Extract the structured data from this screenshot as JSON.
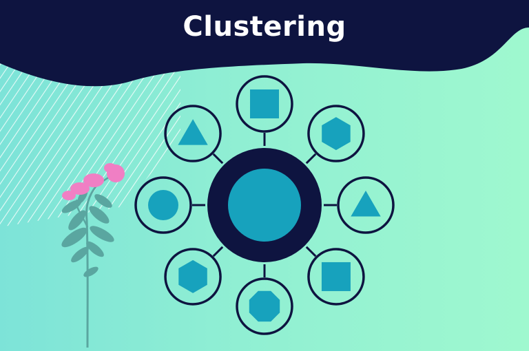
{
  "title": "Clustering",
  "colors": {
    "banner": "#0e1440",
    "shape_fill": "#17a2bd",
    "outline": "#0e1440",
    "title_text": "#ffffff",
    "flower_petals": "#f07fc4",
    "flower_stem": "#5aa6a0",
    "background_left": "#7de3d8",
    "background_right": "#9ff8cf"
  },
  "diagram": {
    "center": {
      "shape": "circle"
    },
    "satellites": [
      {
        "position": "top",
        "shape": "square"
      },
      {
        "position": "top-right",
        "shape": "hexagon"
      },
      {
        "position": "right",
        "shape": "triangle"
      },
      {
        "position": "bottom-right",
        "shape": "square"
      },
      {
        "position": "bottom",
        "shape": "octagon"
      },
      {
        "position": "bottom-left",
        "shape": "hexagon"
      },
      {
        "position": "left",
        "shape": "circle"
      },
      {
        "position": "top-left",
        "shape": "triangle"
      }
    ]
  },
  "decorations": [
    "diagonal-line-pattern",
    "pink-flower"
  ]
}
